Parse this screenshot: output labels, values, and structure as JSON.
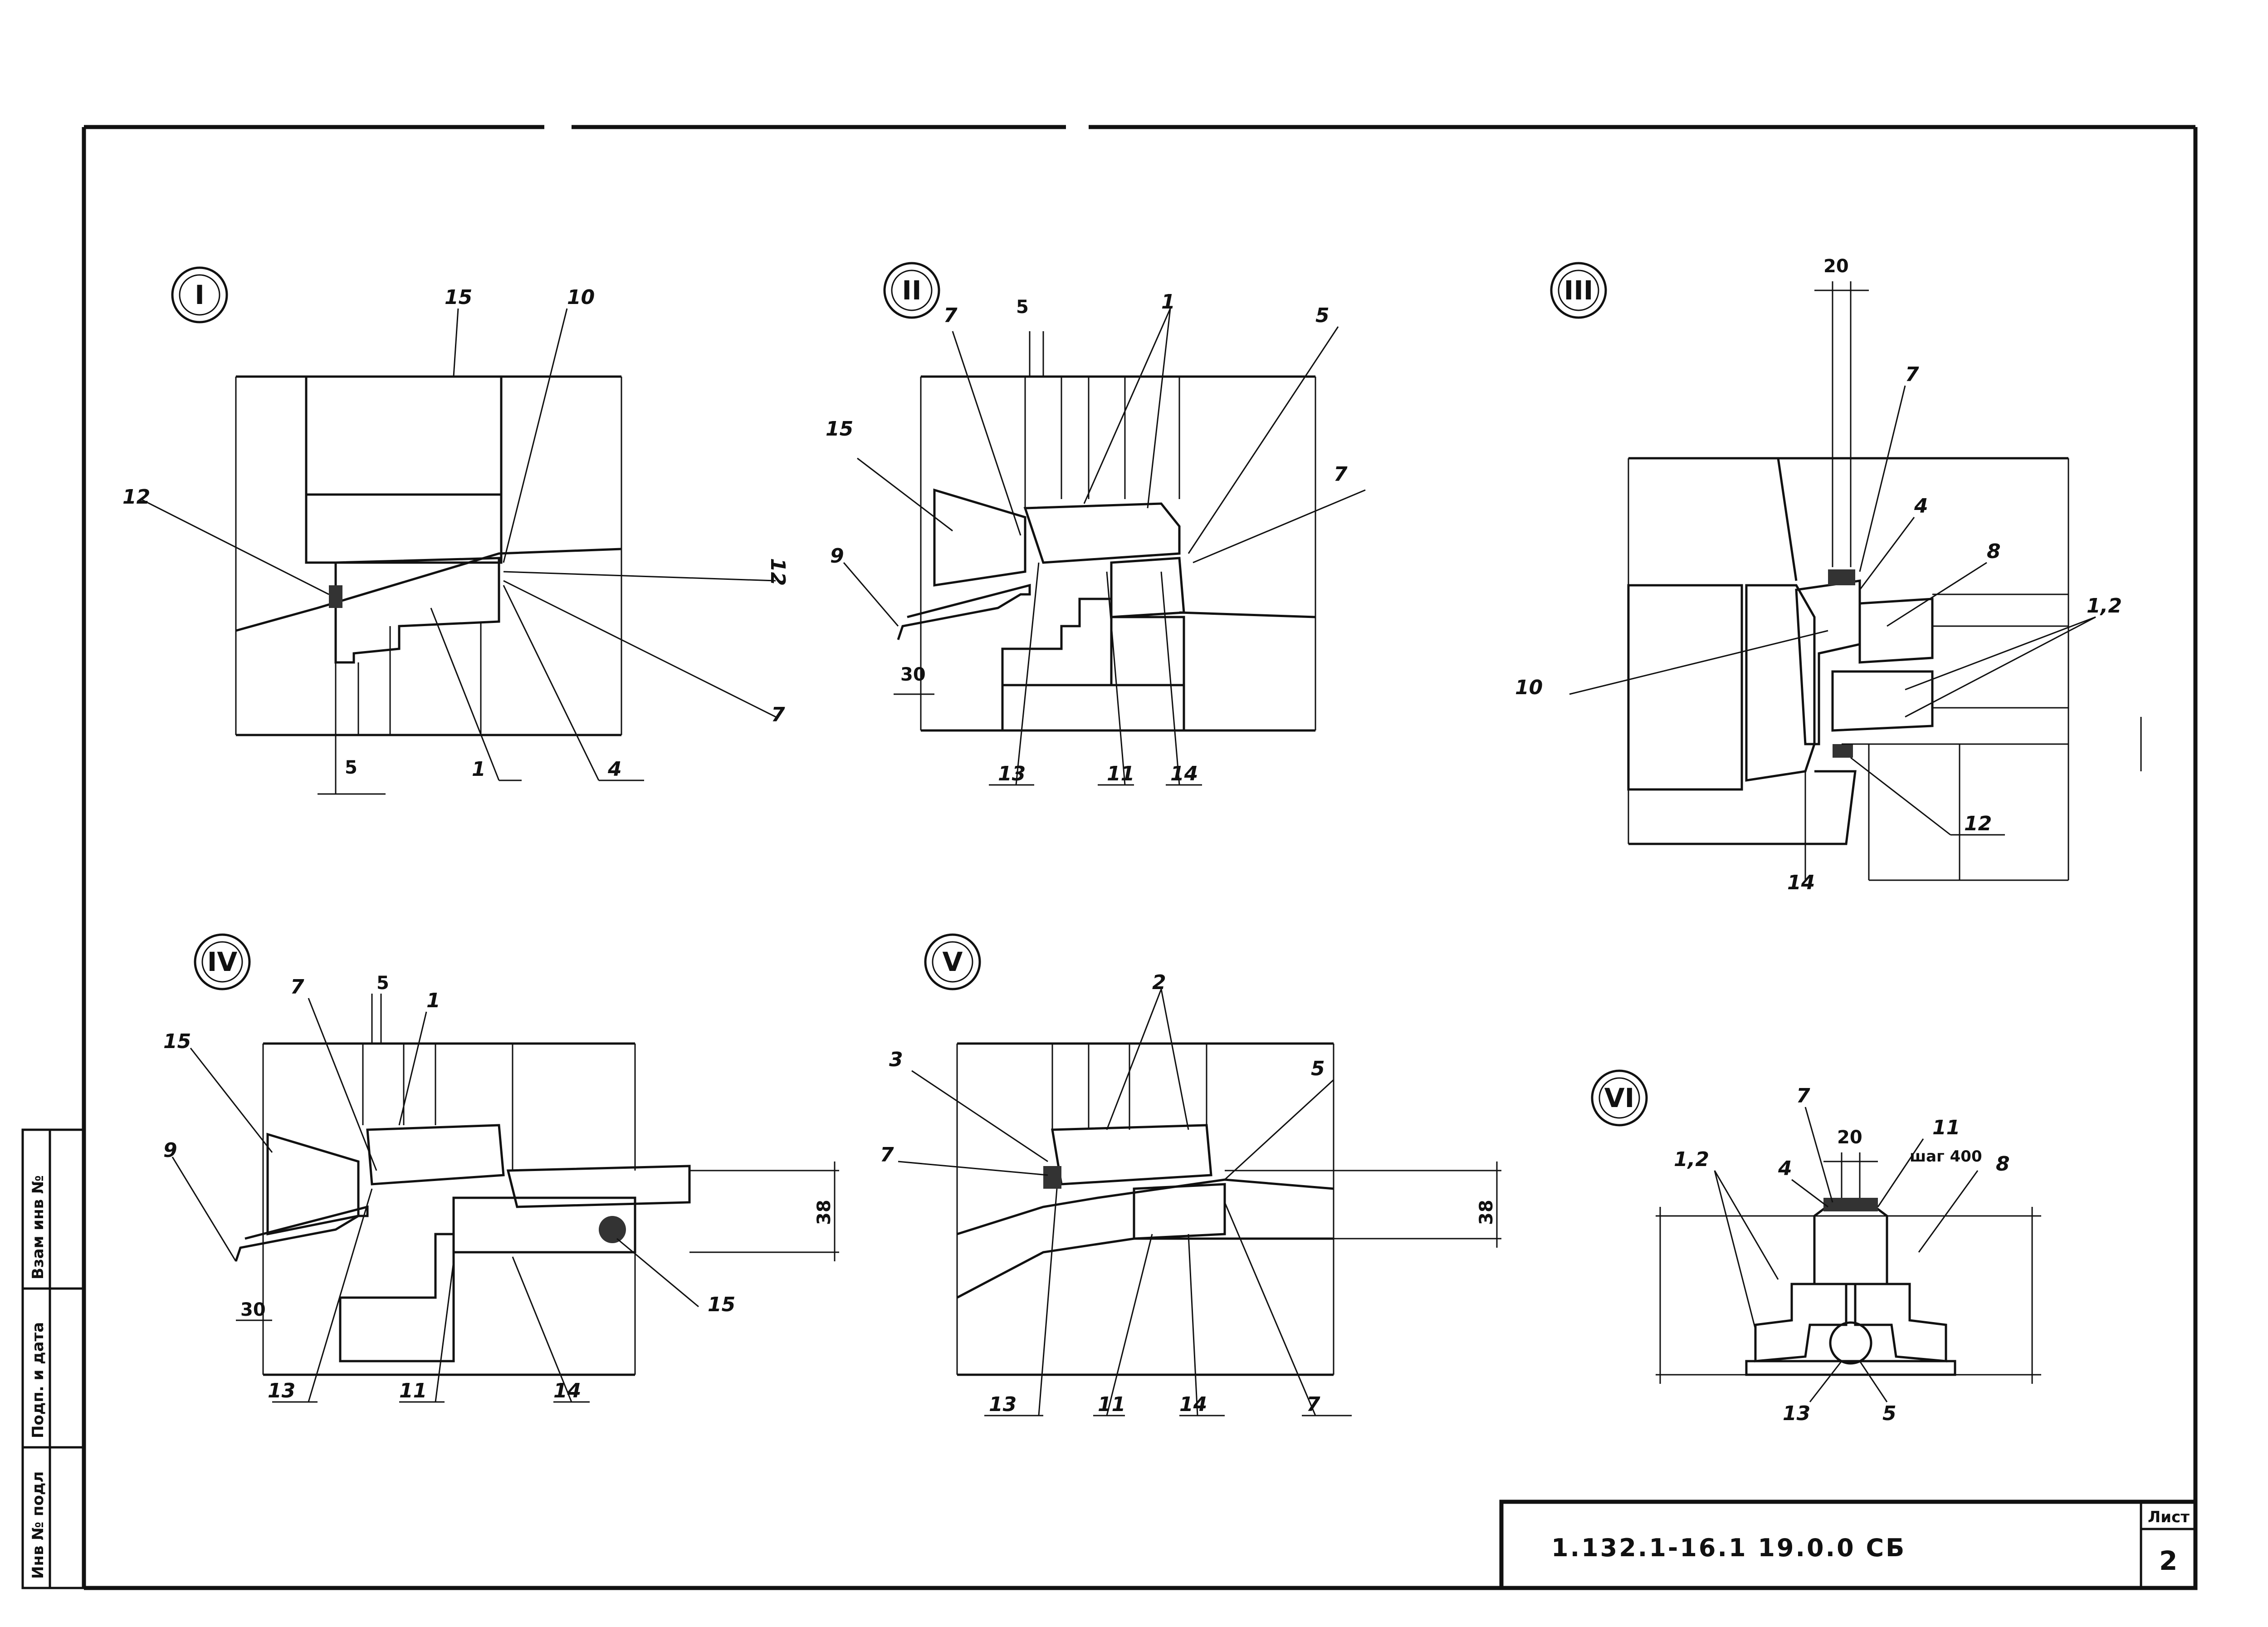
{
  "drawing": {
    "code": "1.132.1-16.1  19.0.0 СБ",
    "sheet_label": "Лист",
    "sheet_number": "2"
  },
  "side_stamp": {
    "inv_podl": "Инв № подл",
    "podp_data": "Подп. и дата",
    "vzam_inv": "Взам инв №"
  },
  "details": [
    {
      "id": "I",
      "labels": [
        "15",
        "10",
        "12",
        "12",
        "7",
        "1",
        "4",
        "5"
      ]
    },
    {
      "id": "II",
      "labels": [
        "7",
        "5",
        "1",
        "5",
        "7",
        "15",
        "9",
        "30",
        "13",
        "11",
        "14"
      ]
    },
    {
      "id": "III",
      "labels": [
        "20",
        "7",
        "4",
        "8",
        "1,2",
        "10",
        "12",
        "14"
      ]
    },
    {
      "id": "IV",
      "labels": [
        "7",
        "5",
        "1",
        "15",
        "9",
        "38",
        "15",
        "30",
        "13",
        "11",
        "14"
      ]
    },
    {
      "id": "V",
      "labels": [
        "2",
        "3",
        "5",
        "7",
        "38",
        "13",
        "11",
        "14",
        "7"
      ]
    },
    {
      "id": "VI",
      "labels": [
        "7",
        "20",
        "11",
        "шаг 400",
        "8",
        "4",
        "1,2",
        "13",
        "5"
      ]
    }
  ]
}
